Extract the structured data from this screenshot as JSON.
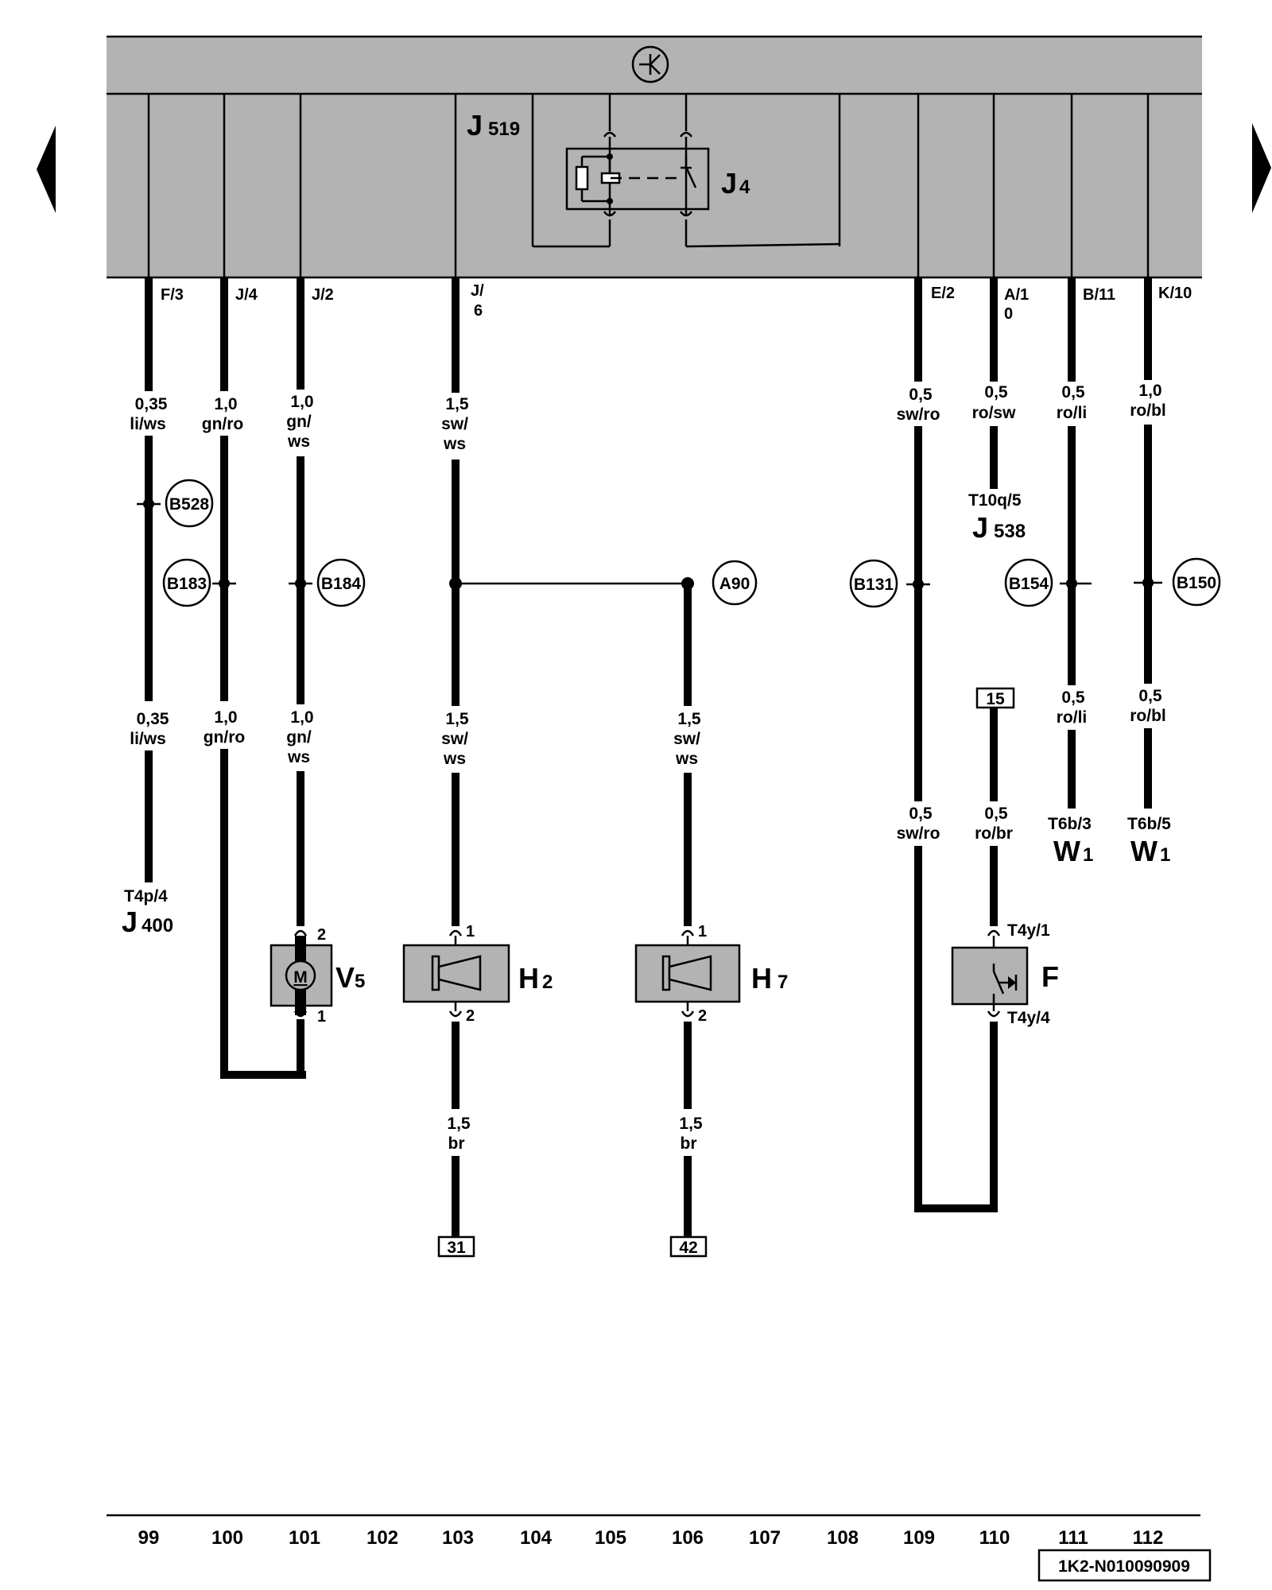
{
  "nav": {
    "left_icon": "triangle-left-icon",
    "right_icon": "triangle-right-icon"
  },
  "header": {
    "symbol_icon": "ground-symbol-icon"
  },
  "modules": {
    "j519": {
      "main": "J",
      "sub": "519"
    },
    "j4": {
      "main": "J",
      "sub": "4"
    },
    "j400": {
      "main": "J",
      "sub": "400"
    },
    "j538": {
      "main": "J",
      "sub": "538"
    },
    "v5": {
      "main": "V",
      "sub": "5"
    },
    "h2": {
      "main": "H",
      "sub": "2"
    },
    "h7": {
      "main": "H",
      "sub": "7"
    },
    "f": {
      "main": "F"
    },
    "w1a": {
      "main": "W",
      "sub": "1"
    },
    "w1b": {
      "main": "W",
      "sub": "1"
    }
  },
  "pins": {
    "f3": "F/3",
    "j4": "J/4",
    "j2": "J/2",
    "j6a": "J/",
    "j6b": "6",
    "e2": "E/2",
    "a10a": "A/1",
    "a10b": "0",
    "b11": "B/11",
    "k10": "K/10"
  },
  "wires": {
    "w99a": [
      "0,35",
      "li/ws"
    ],
    "w99b": [
      "0,35",
      "li/ws"
    ],
    "w100a": [
      "1,0",
      "gn/ro"
    ],
    "w100b": [
      "1,0",
      "gn/ro"
    ],
    "w101a": [
      "1,0",
      "gn/",
      "ws"
    ],
    "w101b": [
      "1,0",
      "gn/",
      "ws"
    ],
    "w103a": [
      "1,5",
      "sw/",
      "ws"
    ],
    "w103b": [
      "1,5",
      "sw/",
      "ws"
    ],
    "w103c": [
      "1,5",
      "br"
    ],
    "w106a": [
      "1,5",
      "sw/",
      "ws"
    ],
    "w106b": [
      "1,5",
      "br"
    ],
    "w109a": [
      "0,5",
      "sw/ro"
    ],
    "w109b": [
      "0,5",
      "sw/ro"
    ],
    "w110a": [
      "0,5",
      "ro/sw"
    ],
    "w110b": [
      "0,5",
      "ro/br"
    ],
    "w111a": [
      "0,5",
      "ro/li"
    ],
    "w111b": [
      "0,5",
      "ro/li"
    ],
    "w112a": [
      "1,0",
      "ro/bl"
    ],
    "w112b": [
      "0,5",
      "ro/bl"
    ]
  },
  "connectors": {
    "b528": "B528",
    "b183": "B183",
    "b184": "B184",
    "a90": "A90",
    "b131": "B131",
    "b154": "B154",
    "b150": "B150"
  },
  "terminals": {
    "t4p4": "T4p/4",
    "t10q5": "T10q/5",
    "t6b3": "T6b/3",
    "t6b5": "T6b/5",
    "t4y1": "T4y/1",
    "t4y4": "T4y/4",
    "k15": "15",
    "k31": "31",
    "k42": "42",
    "v5_p2": "2",
    "v5_p1": "1",
    "h2_p1": "1",
    "h2_p2": "2",
    "h7_p1": "1",
    "h7_p2": "2",
    "motor_m": "M"
  },
  "columns": [
    "99",
    "100",
    "101",
    "102",
    "103",
    "104",
    "105",
    "106",
    "107",
    "108",
    "109",
    "110",
    "111",
    "112"
  ],
  "doc_code": "1K2-N010090909"
}
